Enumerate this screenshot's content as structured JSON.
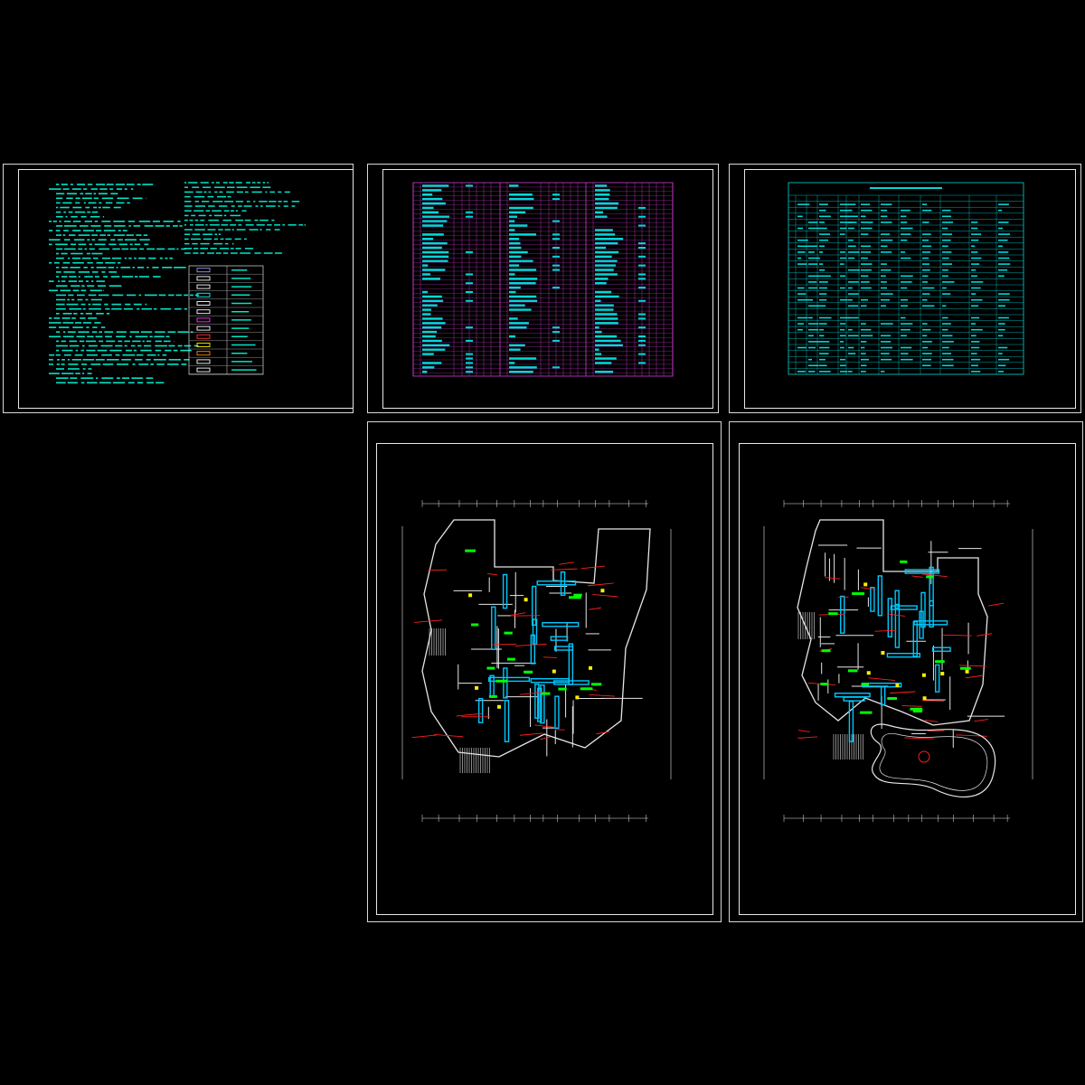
{
  "canvas": {
    "background": "#000000"
  },
  "colors": {
    "frame": "#d8d8d8",
    "text_cyan": "#00e5c8",
    "table_magenta": "#d23ad2",
    "table_cyan": "#00d8d8",
    "wall": "#e6e6e6",
    "duct_cyan": "#00c8ff",
    "room_green": "#00ff00",
    "pipe_red": "#ff2020",
    "equipment_yellow": "#ffee00"
  },
  "sheets": [
    {
      "id": "sheet-design-notes",
      "content": "notes-and-legend"
    },
    {
      "id": "sheet-equipment-table-a",
      "content": "equipment-schedule"
    },
    {
      "id": "sheet-equipment-table-b",
      "content": "equipment-schedule"
    },
    {
      "id": "sheet-plan-second-floor",
      "content": "hvac-floor-plan"
    },
    {
      "id": "sheet-plan-first-floor",
      "content": "hvac-floor-plan"
    }
  ],
  "plans": {
    "left_title": "",
    "right_title": ""
  }
}
